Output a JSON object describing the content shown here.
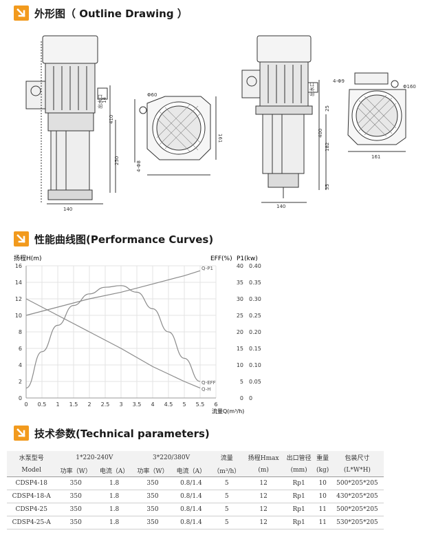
{
  "sections": {
    "outline": "外形图（ Outline Drawing ）",
    "performance": "性能曲线图(Performance Curves)",
    "technical": "技术参数(Technical parameters)"
  },
  "accent_color": "#f29a1d",
  "drawing_labels": {
    "left_front": {
      "outlet": "出水口",
      "h1": "410",
      "h2": "250",
      "h3": "14",
      "w": "140"
    },
    "left_side": {
      "d": "Φ60",
      "hole": "4-Φ8",
      "w": "161"
    },
    "right_front": {
      "outlet": "出水口",
      "h1": "400",
      "h2": "182",
      "h3": "35",
      "h4": "25",
      "w": "140"
    },
    "right_side": {
      "hole": "4-Φ9",
      "d": "Φ160",
      "w": "161"
    }
  },
  "chart_data": {
    "type": "line",
    "ylabel_left": "扬程H(m)",
    "ylabel_right_eff": "EFF(%)",
    "ylabel_right_p": "P1(kw)",
    "xlabel": "流量Q(m³/h)",
    "xlim": [
      0,
      6
    ],
    "ylim_left": [
      0,
      16
    ],
    "ylim_eff": [
      0,
      40
    ],
    "ylim_p": [
      0,
      0.4
    ],
    "x_ticks": [
      "0",
      "0.5",
      "1",
      "1.5",
      "2",
      "2.5",
      "3",
      "3.5",
      "4",
      "4.5",
      "5",
      "5.5",
      "6"
    ],
    "y_ticks_left": [
      "0",
      "2",
      "4",
      "6",
      "8",
      "10",
      "12",
      "14",
      "16"
    ],
    "y_ticks_eff": [
      "0",
      "5",
      "10",
      "15",
      "20",
      "25",
      "30",
      "35",
      "40"
    ],
    "y_ticks_p": [
      "0",
      "0.05",
      "0.10",
      "0.15",
      "0.20",
      "0.25",
      "0.30",
      "0.35",
      "0.40"
    ],
    "series": [
      {
        "name": "Q-H",
        "axis": "left",
        "x": [
          0,
          1,
          2,
          3,
          4,
          5,
          5.5
        ],
        "y": [
          12,
          10.0,
          8.0,
          6.0,
          3.8,
          2.0,
          1.2
        ]
      },
      {
        "name": "Q-P1",
        "axis": "p",
        "x": [
          0,
          1,
          2,
          3,
          4,
          5,
          5.5
        ],
        "y": [
          0.25,
          0.275,
          0.3,
          0.32,
          0.345,
          0.37,
          0.385
        ]
      },
      {
        "name": "Q-EFF",
        "axis": "eff",
        "x": [
          0,
          0.5,
          1,
          1.5,
          2,
          2.5,
          3,
          3.5,
          4,
          4.5,
          5,
          5.5
        ],
        "y": [
          3,
          14,
          22,
          28,
          31.5,
          33.5,
          34,
          32,
          27,
          20,
          12,
          5
        ]
      }
    ],
    "grid": true
  },
  "table": {
    "header1": [
      "水泵型号",
      "1*220-240V",
      "3*220/380V",
      "流量",
      "扬程Hmax",
      "出口管径",
      "重量",
      "包装尺寸"
    ],
    "header2": [
      "Model",
      "功率（W）",
      "电流（A）",
      "功率（W）",
      "电流（A）",
      "（m³/h）",
      "(m)",
      "(mm)",
      "(kg)",
      "(L*W*H)"
    ],
    "rows": [
      [
        "CDSP4-18",
        "350",
        "1.8",
        "350",
        "0.8/1.4",
        "5",
        "12",
        "Rp1",
        "10",
        "500*205*205"
      ],
      [
        "CDSP4-18-A",
        "350",
        "1.8",
        "350",
        "0.8/1.4",
        "5",
        "12",
        "Rp1",
        "10",
        "430*205*205"
      ],
      [
        "CDSP4-25",
        "350",
        "1.8",
        "350",
        "0.8/1.4",
        "5",
        "12",
        "Rp1",
        "11",
        "500*205*205"
      ],
      [
        "CDSP4-25-A",
        "350",
        "1.8",
        "350",
        "0.8/1.4",
        "5",
        "12",
        "Rp1",
        "11",
        "530*205*205"
      ]
    ]
  }
}
